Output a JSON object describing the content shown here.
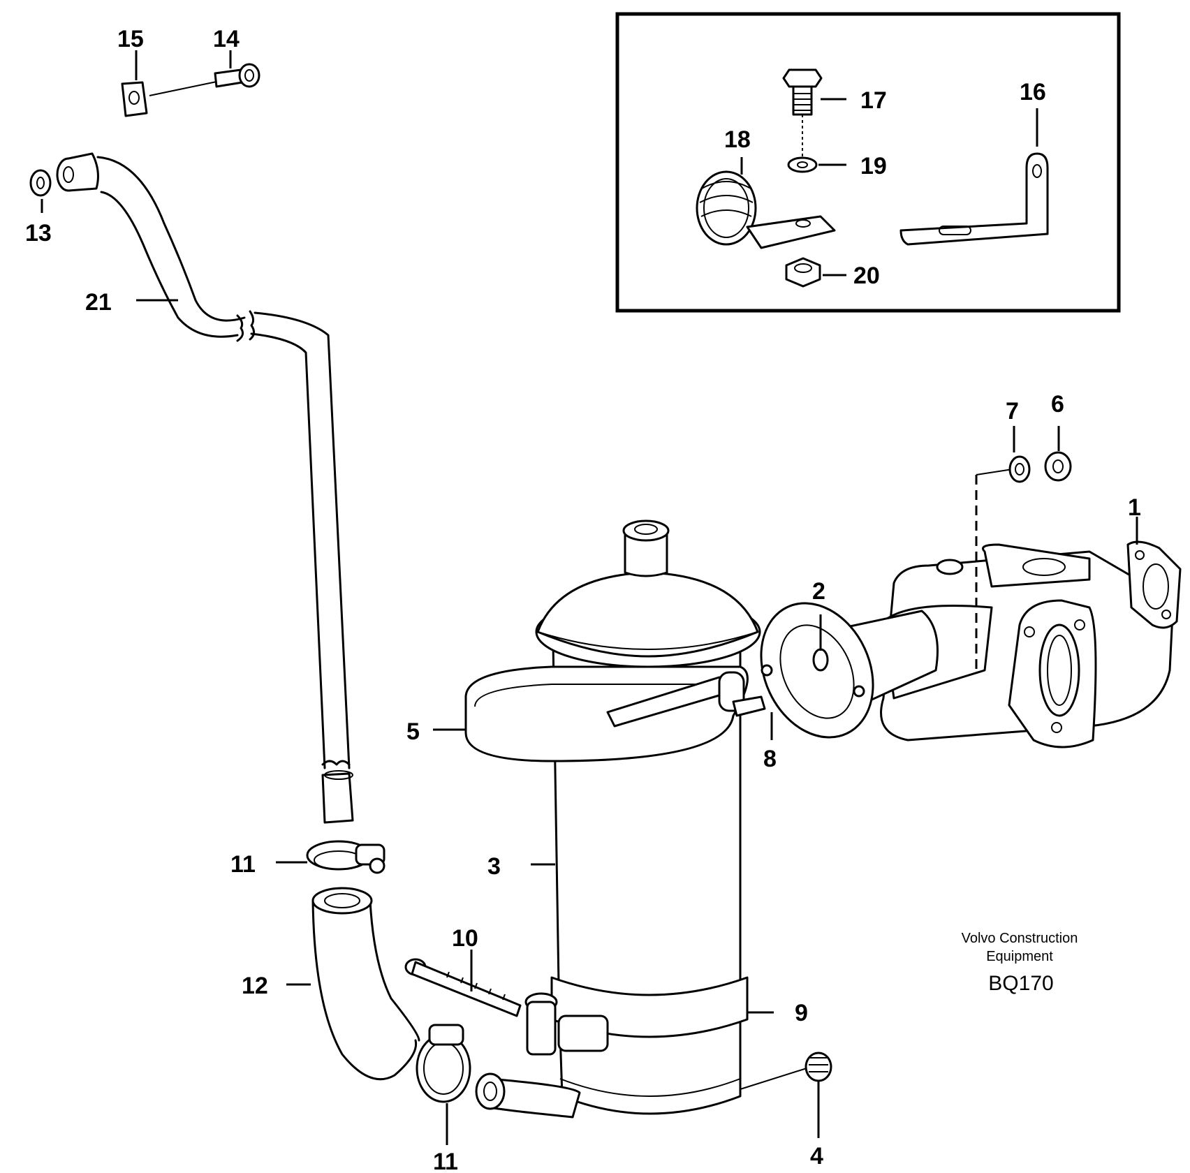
{
  "diagram": {
    "reference_code": "BQ170",
    "brand_line1": "Volvo Construction",
    "brand_line2": "Equipment",
    "callouts": [
      "1",
      "2",
      "3",
      "4",
      "5",
      "6",
      "7",
      "8",
      "9",
      "10",
      "11",
      "11",
      "12",
      "13",
      "14",
      "15",
      "16",
      "17",
      "18",
      "19",
      "20",
      "21"
    ]
  }
}
